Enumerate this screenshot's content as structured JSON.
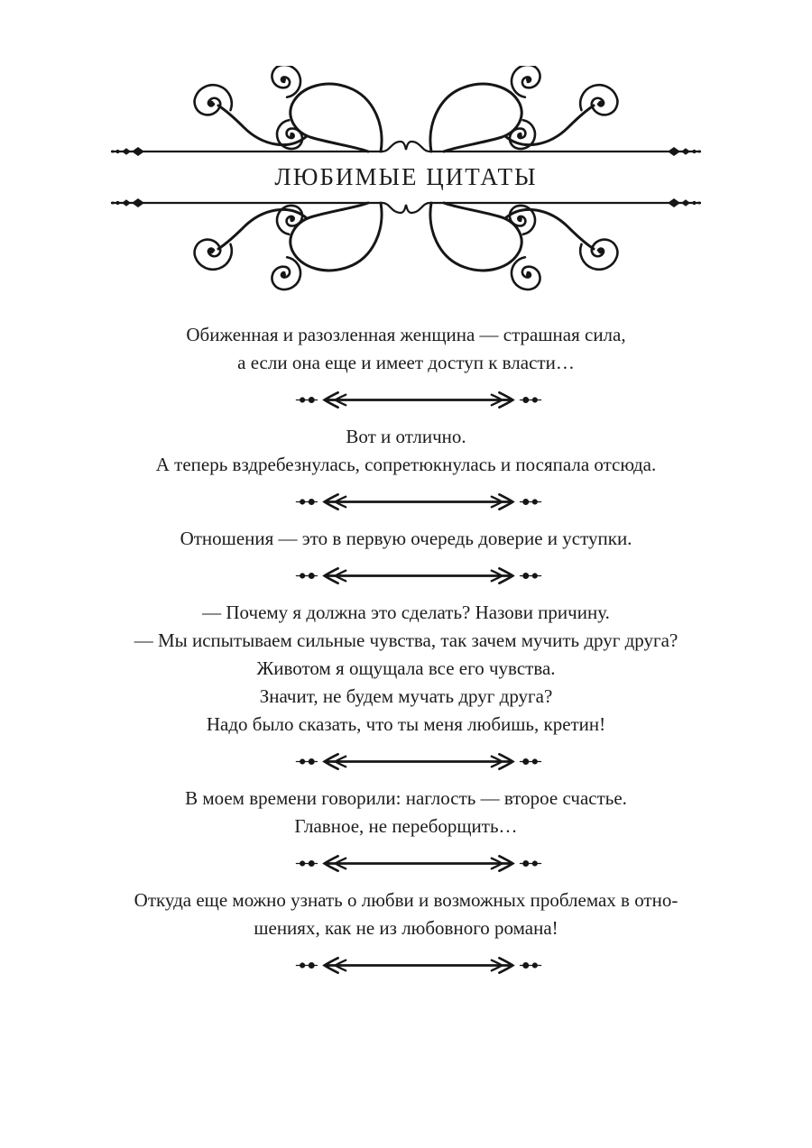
{
  "page": {
    "title": "ЛЮБИМЫЕ ЦИТАТЫ"
  },
  "quotes": [
    {
      "lines": [
        "Обиженная и разозленная женщина — страшная сила,",
        "а если она еще и имеет доступ к власти…"
      ]
    },
    {
      "lines": [
        "Вот и отлично.",
        "А теперь вздребезнулась, сопретюкнулась и посяпала отсюда."
      ]
    },
    {
      "lines": [
        "Отношения — это в первую очередь доверие и уступки."
      ]
    },
    {
      "lines": [
        "— Почему я должна это сделать? Назови причину.",
        "— Мы испытываем сильные чувства, так зачем мучить друг друга?",
        "Животом я ощущала все его чувства.",
        "Значит, не будем мучать друг друга?",
        "Надо было сказать, что ты меня любишь, кретин!"
      ]
    },
    {
      "lines": [
        "В моем времени говорили: наглость — второе счастье.",
        "Главное, не переборщить…"
      ]
    },
    {
      "lines": [
        "Откуда еще можно узнать о любви и возможных проблемах в отно-",
        "шениях, как не из любовного романа!"
      ]
    }
  ],
  "icons": {
    "header_flourish": "calligraphic-swirl-ornament",
    "divider": "double-arrow-divider"
  },
  "colors": {
    "ink": "#1c1c1c",
    "background": "#ffffff"
  }
}
